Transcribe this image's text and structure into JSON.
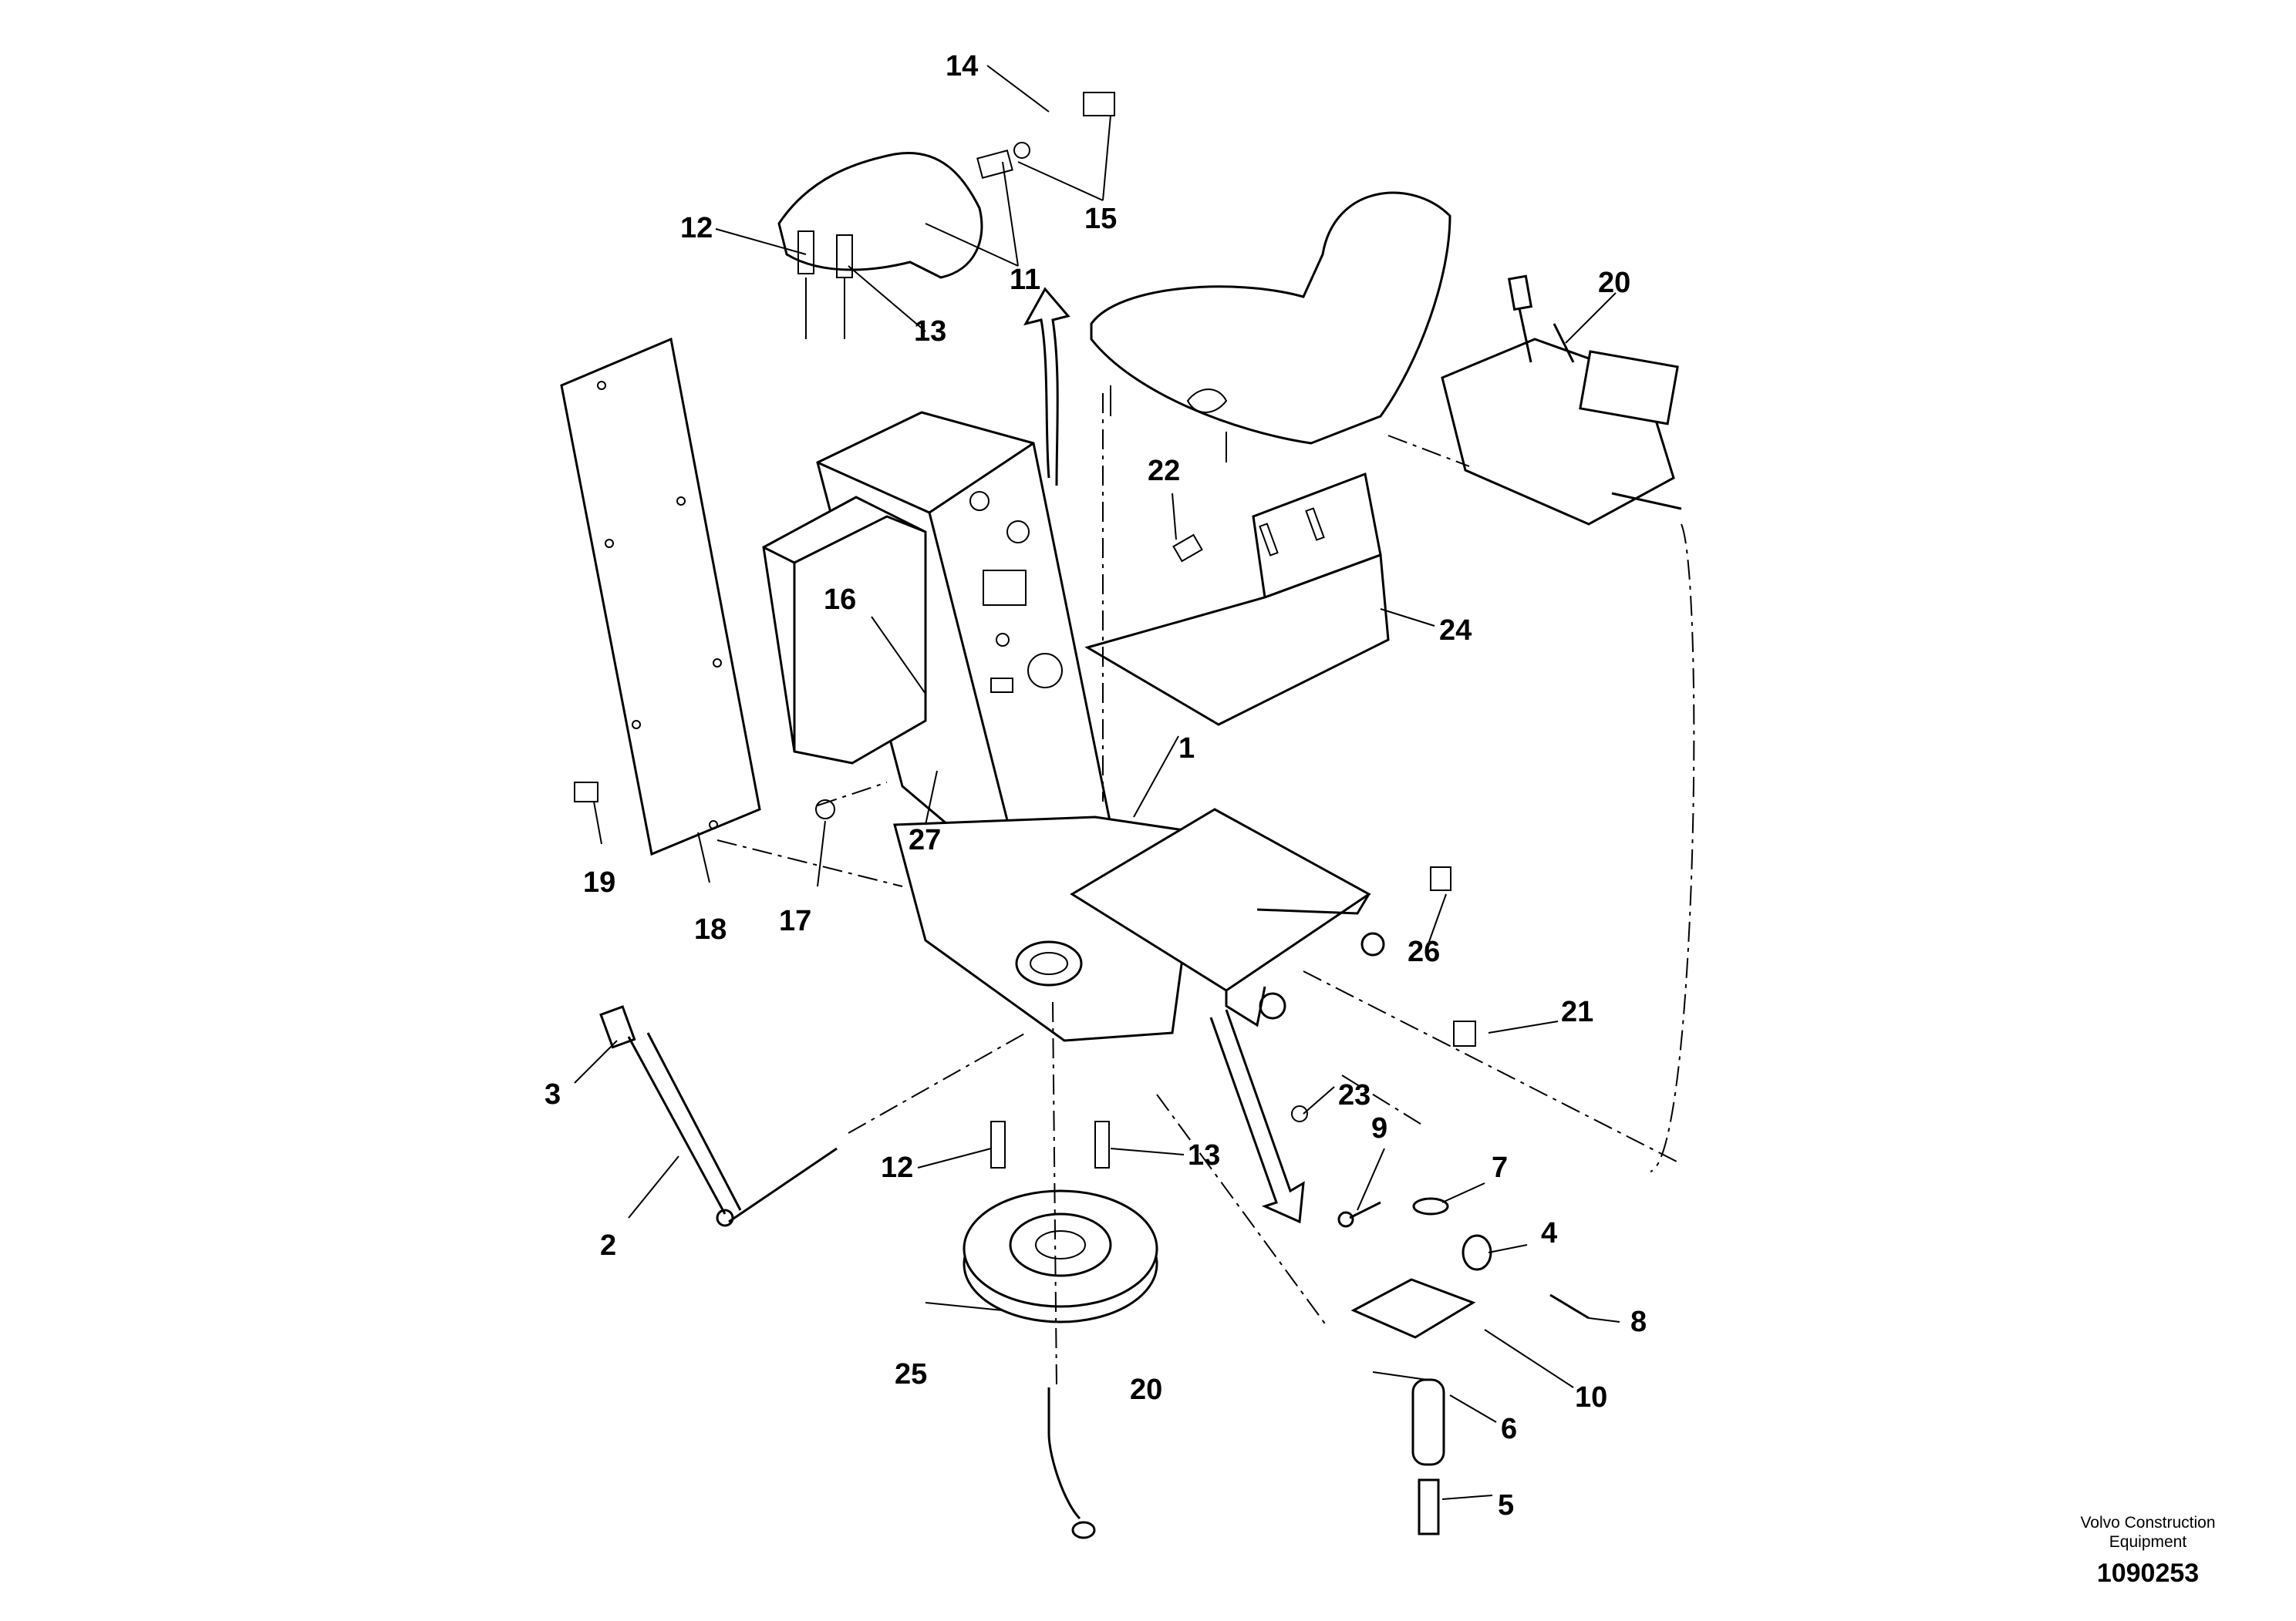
{
  "labels": {
    "p1": "1",
    "p2": "2",
    "p3": "3",
    "p4": "4",
    "p5": "5",
    "p6": "6",
    "p7": "7",
    "p8": "8",
    "p9": "9",
    "p10": "10",
    "p11": "11",
    "p12a": "12",
    "p12b": "12",
    "p13a": "13",
    "p13b": "13",
    "p14": "14",
    "p15": "15",
    "p16": "16",
    "p17": "17",
    "p18": "18",
    "p19": "19",
    "p20a": "20",
    "p20b": "20",
    "p21": "21",
    "p22": "22",
    "p23": "23",
    "p24": "24",
    "p25": "25",
    "p26": "26",
    "p27": "27"
  },
  "footer": {
    "brand_line1": "Volvo Construction",
    "brand_line2": "Equipment",
    "drawing_number": "1090253"
  }
}
